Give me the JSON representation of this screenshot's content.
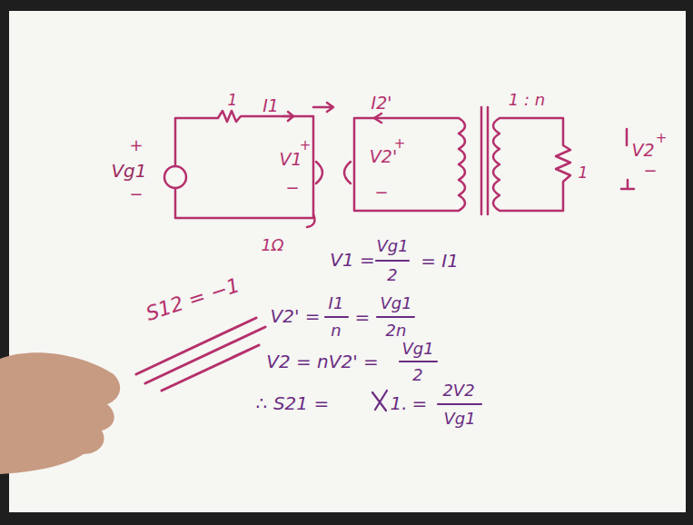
{
  "diagram": {
    "labels": [
      "+",
      "Vg1",
      "−",
      "1",
      "I1",
      "V1",
      "+",
      "−",
      "1Ω",
      "I2'",
      "V2'",
      "+",
      "−",
      "1 : n",
      "1",
      "V2",
      "+",
      "−",
      "V1 =",
      "Vg1",
      "2",
      "= I1",
      "V2' =",
      "I1",
      "n",
      "=",
      "Vg1",
      "2n",
      "V2 = nV2' =",
      "Vg1",
      "2",
      "∴ S21 =",
      "1.",
      "=",
      "2V2",
      "Vg1",
      "S12 = −1"
    ]
  }
}
